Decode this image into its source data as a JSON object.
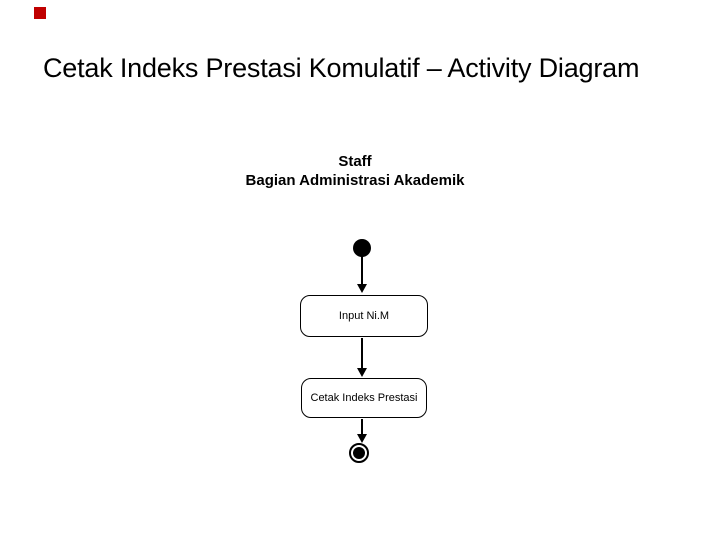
{
  "slide": {
    "title": "Cetak Indeks Prestasi Komulatif – Activity Diagram",
    "background_color": "#FFFFFF",
    "accent_color": "#C00000",
    "ink_color": "#000000"
  },
  "lane_header": {
    "line1": "Staff",
    "line2": "Bagian Administrasi Akademik"
  },
  "diagram": {
    "type": "uml-activity",
    "nodes": [
      {
        "id": "start",
        "kind": "initial-node",
        "label": ""
      },
      {
        "id": "action-1",
        "kind": "action",
        "label": "Input Ni.M"
      },
      {
        "id": "action-2",
        "kind": "action",
        "label": "Cetak Indeks Prestasi"
      },
      {
        "id": "final",
        "kind": "activity-final-node",
        "label": ""
      }
    ],
    "edges": [
      {
        "from": "start",
        "to": "action-1"
      },
      {
        "from": "action-1",
        "to": "action-2"
      },
      {
        "from": "action-2",
        "to": "final"
      }
    ]
  }
}
